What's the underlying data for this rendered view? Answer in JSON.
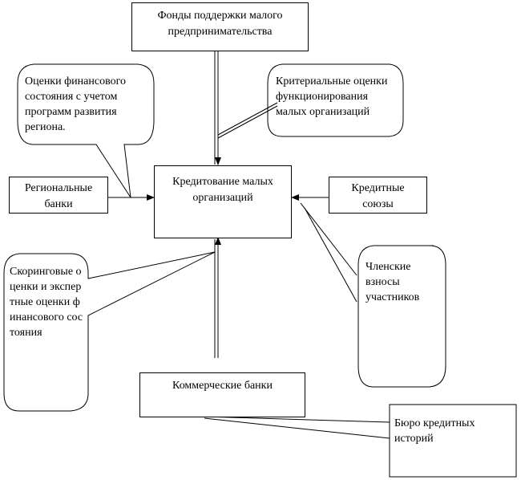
{
  "nodes": {
    "funds": "Фонды поддержки малого предпринимательства",
    "center": "Кредитование малых организаций",
    "regional_banks": "Региональные банки",
    "credit_unions": "Кредитные союзы",
    "commercial_banks": "Коммерческие банки",
    "bureau": "Бюро кредитных историй"
  },
  "callouts": {
    "financial_assessment": "Оценки финансового состояния с учетом программ развития региона.",
    "criteria": "Критериальные оценки функционирования малых организаций",
    "scoring": "Скоринговые оценки и экспертные оценки финансового состояния",
    "member_fees": "Членские взносы участников"
  }
}
